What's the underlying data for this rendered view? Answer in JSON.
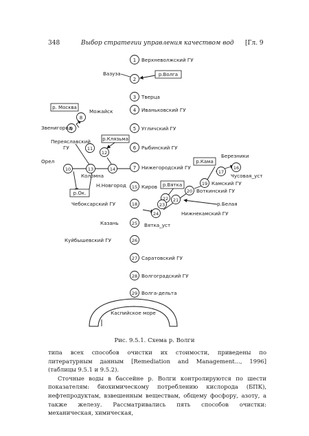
{
  "header": {
    "page_number": "348",
    "title": "Выбор стратегии управления качеством вод",
    "chapter": "[Гл. 9"
  },
  "diagram": {
    "nodes": [
      {
        "id": "n1",
        "num": "1"
      },
      {
        "id": "n2",
        "num": "2"
      },
      {
        "id": "n3",
        "num": "3"
      },
      {
        "id": "n4",
        "num": "4"
      },
      {
        "id": "n5",
        "num": "5"
      },
      {
        "id": "n6",
        "num": "6"
      },
      {
        "id": "n7",
        "num": "7"
      },
      {
        "id": "n8",
        "num": "8"
      },
      {
        "id": "n9",
        "num": "9"
      },
      {
        "id": "n10",
        "num": "10"
      },
      {
        "id": "n11",
        "num": "11"
      },
      {
        "id": "n12",
        "num": "12"
      },
      {
        "id": "n13",
        "num": "13"
      },
      {
        "id": "n14",
        "num": "14"
      },
      {
        "id": "n15",
        "num": "15"
      },
      {
        "id": "n16",
        "num": "16"
      },
      {
        "id": "n17",
        "num": "17"
      },
      {
        "id": "n18",
        "num": "18"
      },
      {
        "id": "n19",
        "num": "19"
      },
      {
        "id": "n20",
        "num": "20"
      },
      {
        "id": "n21",
        "num": "21"
      },
      {
        "id": "n22",
        "num": "22"
      },
      {
        "id": "n23",
        "num": "23"
      },
      {
        "id": "n24",
        "num": "24"
      },
      {
        "id": "n25",
        "num": "25"
      },
      {
        "id": "n26",
        "num": "26"
      },
      {
        "id": "n27",
        "num": "27"
      },
      {
        "id": "n28",
        "num": "28"
      },
      {
        "id": "n29",
        "num": "29"
      }
    ],
    "boxes": [
      {
        "id": "b_volga",
        "text": "р.Волга"
      },
      {
        "id": "b_moskva",
        "text": "р. Москва"
      },
      {
        "id": "b_klyazma",
        "text": "р.Клязьма"
      },
      {
        "id": "b_oka",
        "text": "р.Ок."
      },
      {
        "id": "b_kama",
        "text": "р.Кама"
      },
      {
        "id": "b_vyatka",
        "text": "р.Вятка"
      }
    ],
    "labels": [
      {
        "id": "l_verkhnevolzh",
        "text": "Верхневолжский ГУ"
      },
      {
        "id": "l_vazuza",
        "text": "Вазуза"
      },
      {
        "id": "l_tvertsa",
        "text": "Тверца"
      },
      {
        "id": "l_ivankovsky",
        "text": "Иваньковский ГУ"
      },
      {
        "id": "l_mozhaisk",
        "text": "Можайск"
      },
      {
        "id": "l_uglichsky",
        "text": "Угличский ГУ"
      },
      {
        "id": "l_zvenigorod",
        "text": "Звенигород"
      },
      {
        "id": "l_pereslavsky",
        "text": "Переяславский"
      },
      {
        "id": "l_gu",
        "text": "ГУ"
      },
      {
        "id": "l_rybinsky",
        "text": "Рыбинский ГУ"
      },
      {
        "id": "l_orel",
        "text": "Орел"
      },
      {
        "id": "l_nizhegorodsky",
        "text": "Нижегородский ГУ"
      },
      {
        "id": "l_kolomna",
        "text": "Коломна"
      },
      {
        "id": "l_novgorod",
        "text": "Н.Новгород"
      },
      {
        "id": "l_kirov",
        "text": "Киров"
      },
      {
        "id": "l_berezniki",
        "text": "Березники"
      },
      {
        "id": "l_chusovaya",
        "text": "Чусовая_уст"
      },
      {
        "id": "l_kamsky",
        "text": "Камский ГУ"
      },
      {
        "id": "l_votkinsky",
        "text": "Воткинский ГУ"
      },
      {
        "id": "l_belaya",
        "text": "р.Белая"
      },
      {
        "id": "l_cheboksarsky",
        "text": "Чебоксарский ГУ"
      },
      {
        "id": "l_nizhnekamsky",
        "text": "Нижнекамский ГУ"
      },
      {
        "id": "l_kazan",
        "text": "Казань"
      },
      {
        "id": "l_vyatka_ust",
        "text": "Вятка_уст"
      },
      {
        "id": "l_kuibyshevsky",
        "text": "Куйбышевский ГУ"
      },
      {
        "id": "l_saratovsky",
        "text": "Саратовский ГУ"
      },
      {
        "id": "l_volgogradsky",
        "text": "Волгоградский ГУ"
      },
      {
        "id": "l_volga_delta",
        "text": "Волга-дельта"
      },
      {
        "id": "l_caspian",
        "text": "Каспийское море"
      }
    ]
  },
  "caption": "Рис. 9.5.1. Схема р. Волги",
  "paragraphs": [
    "типа всех способов очистки их стоимости, приведены по литературным данным [Remediation and Management..., 1996] (таблицы 9.5.1 и 9.5.2).",
    "Сточные воды в бассейне р. Волги контролируются по шести показателям: биохимическому потреблению кислорода (БПК), нефтепродуктам, взвешенным веществам, общему фосфору, азоту, а также железу. Рассматривались пять способов очистки: механическая, химическая,"
  ]
}
